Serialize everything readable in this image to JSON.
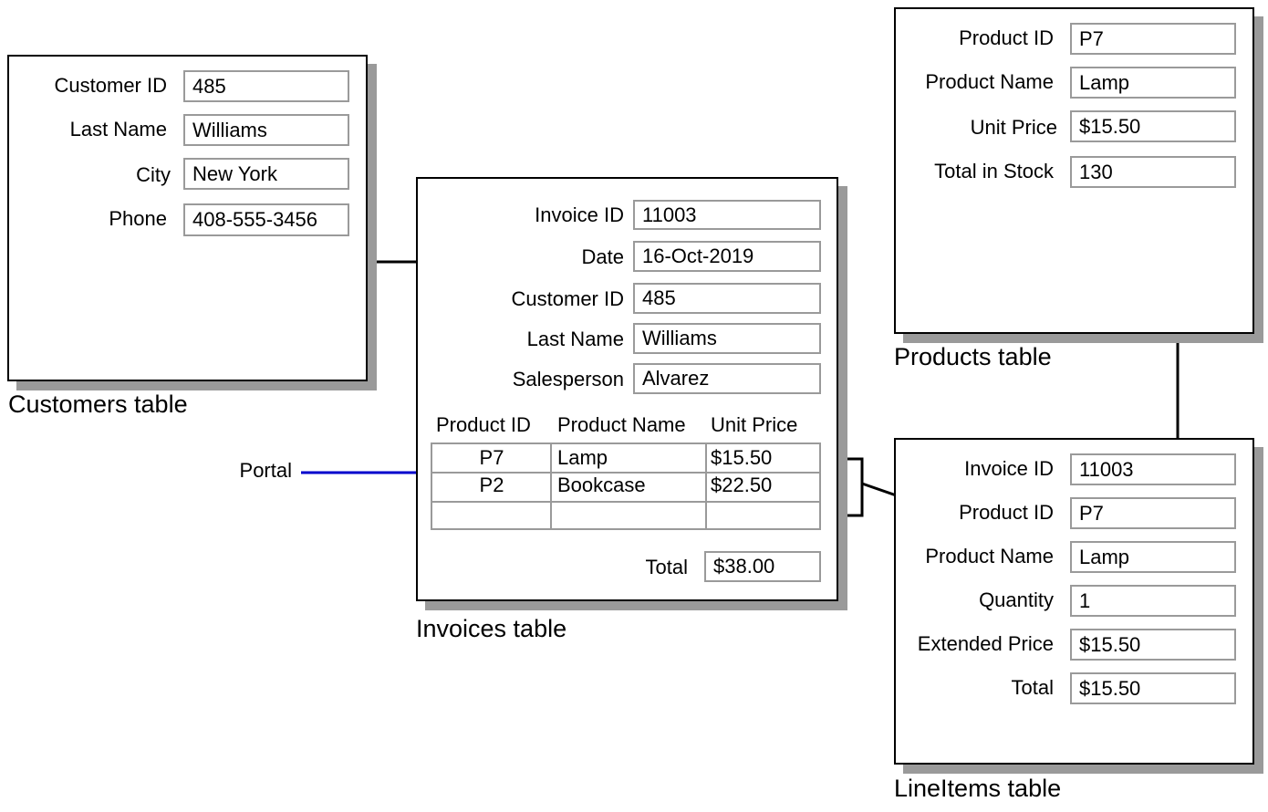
{
  "customers": {
    "caption": "Customers table",
    "fields": [
      {
        "label": "Customer ID",
        "value": "485"
      },
      {
        "label": "Last Name",
        "value": "Williams"
      },
      {
        "label": "City",
        "value": "New York"
      },
      {
        "label": "Phone",
        "value": "408-555-3456"
      }
    ]
  },
  "invoices": {
    "caption": "Invoices table",
    "fields": [
      {
        "label": "Invoice ID",
        "value": "11003"
      },
      {
        "label": "Date",
        "value": "16-Oct-2019"
      },
      {
        "label": "Customer ID",
        "value": "485"
      },
      {
        "label": "Last Name",
        "value": "Williams"
      },
      {
        "label": "Salesperson",
        "value": "Alvarez"
      }
    ],
    "portal": {
      "headers": [
        "Product ID",
        "Product Name",
        "Unit Price"
      ],
      "rows": [
        [
          "P7",
          "Lamp",
          "$15.50"
        ],
        [
          "P2",
          "Bookcase",
          "$22.50"
        ],
        [
          "",
          "",
          ""
        ]
      ]
    },
    "total_label": "Total",
    "total_value": "$38.00"
  },
  "products": {
    "caption": "Products table",
    "fields": [
      {
        "label": "Product ID",
        "value": "P7"
      },
      {
        "label": "Product Name",
        "value": "Lamp"
      },
      {
        "label": "Unit Price",
        "value": "$15.50"
      },
      {
        "label": "Total in Stock",
        "value": "130"
      }
    ]
  },
  "lineitems": {
    "caption": "LineItems table",
    "fields": [
      {
        "label": "Invoice ID",
        "value": "11003"
      },
      {
        "label": "Product ID",
        "value": "P7"
      },
      {
        "label": "Product Name",
        "value": "Lamp"
      },
      {
        "label": "Quantity",
        "value": "1"
      },
      {
        "label": "Extended Price",
        "value": "$15.50"
      },
      {
        "label": "Total",
        "value": "$15.50"
      }
    ]
  },
  "portal_label": "Portal",
  "colors": {
    "connector": "#000000",
    "portal_line": "#0000cc",
    "field_border": "#9a9a9a",
    "shadow": "#9a9a9a"
  }
}
